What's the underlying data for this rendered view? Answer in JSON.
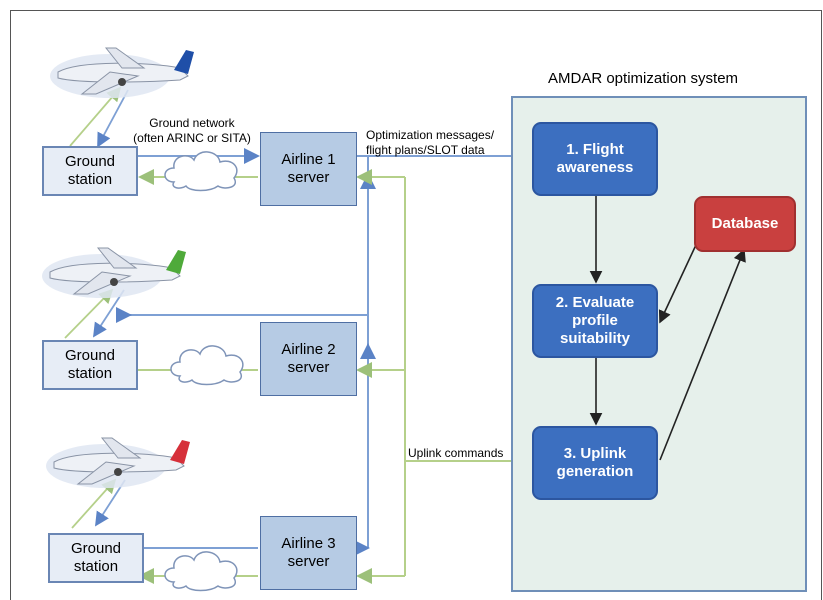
{
  "diagram": {
    "system_title": "AMDAR optimization system",
    "ground_network_label": "Ground network\n(often ARINC or SITA)",
    "optimization_label": "Optimization messages/\nflight plans/SLOT data",
    "uplink_label": "Uplink commands",
    "ground_stations": [
      {
        "label": "Ground\nstation"
      },
      {
        "label": "Ground\nstation"
      },
      {
        "label": "Ground\nstation"
      }
    ],
    "airline_servers": [
      {
        "label": "Airline 1\nserver"
      },
      {
        "label": "Airline 2\nserver"
      },
      {
        "label": "Airline 3\nserver"
      }
    ],
    "steps": [
      {
        "label": "1. Flight\nawareness"
      },
      {
        "label": "2. Evaluate\nprofile\nsuitability"
      },
      {
        "label": "3. Uplink\ngeneration"
      }
    ],
    "database_label": "Database",
    "aircraft_tail_colors": [
      "#1f4fa8",
      "#4faa3a",
      "#d6303a"
    ],
    "colors": {
      "blue_link": "#7ea0d4",
      "green_link": "#b5d08a",
      "step_fill": "#3c6fc0",
      "database_fill": "#c9403f",
      "panel_fill": "#e6f0eb"
    }
  }
}
